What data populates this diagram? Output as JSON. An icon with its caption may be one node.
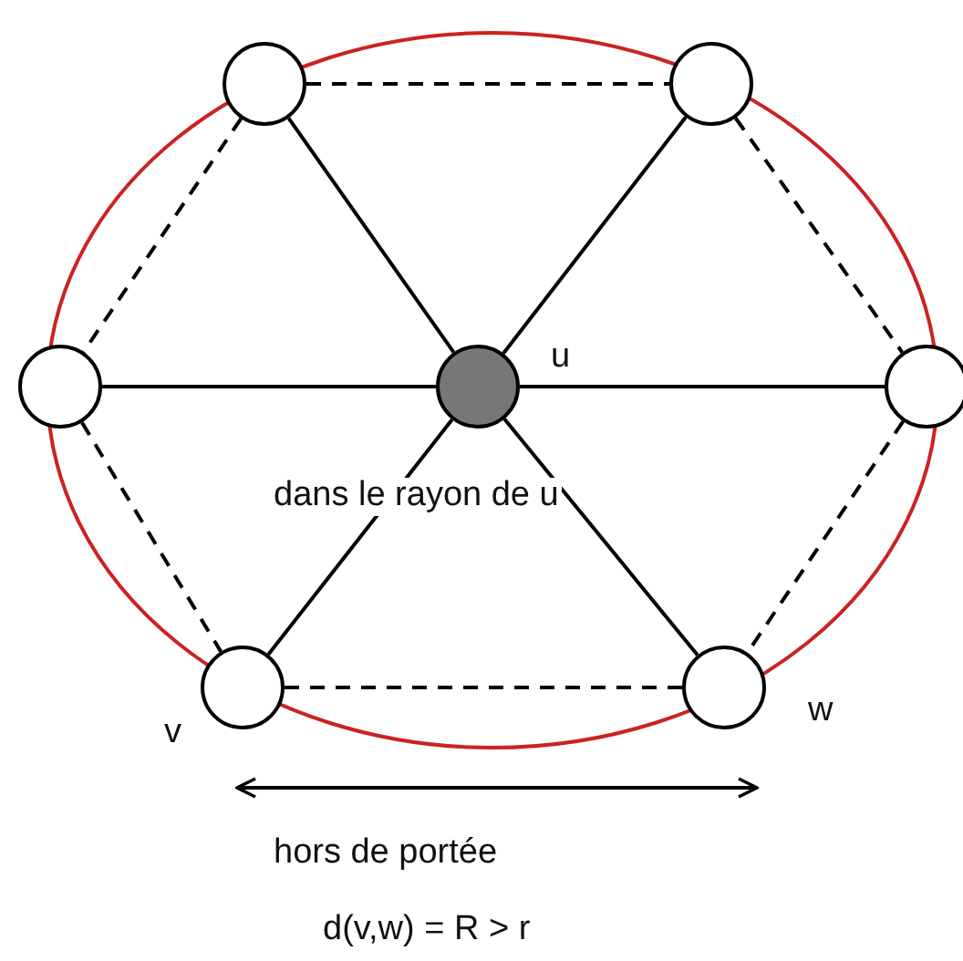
{
  "diagram": {
    "nodes": [
      {
        "text": [],
        "shape": "circle"
      },
      {
        "text": [],
        "shape": "circle"
      },
      {
        "text": [],
        "shape": "circle"
      },
      {
        "text": [],
        "shape": "circle",
        "beside": [
          "u"
        ]
      },
      {
        "text": [],
        "shape": "circle"
      },
      {
        "text": [],
        "shape": "circle",
        "beside": [
          "v"
        ]
      },
      {
        "text": [],
        "shape": "circle",
        "beside": [
          "w"
        ]
      }
    ],
    "edges": [
      {
        "from": 3,
        "to": 0,
        "arrow": "none"
      },
      {
        "from": 3,
        "to": 1,
        "arrow": "none"
      },
      {
        "from": 3,
        "to": 2,
        "arrow": "none"
      },
      {
        "from": 3,
        "to": 4,
        "arrow": "none"
      },
      {
        "from": 3,
        "to": 5,
        "arrow": "none"
      },
      {
        "from": 3,
        "to": 6,
        "arrow": "none"
      },
      {
        "from": 0,
        "to": 1,
        "arrow": "none",
        "style": "dashed"
      },
      {
        "from": 1,
        "to": 4,
        "arrow": "none",
        "style": "dashed"
      },
      {
        "from": 4,
        "to": 6,
        "arrow": "none",
        "style": "dashed"
      },
      {
        "from": 5,
        "to": 6,
        "arrow": "none",
        "style": "dashed"
      },
      {
        "from": 2,
        "to": 5,
        "arrow": "none",
        "style": "dashed"
      },
      {
        "from": 0,
        "to": 2,
        "arrow": "none",
        "style": "dashed"
      }
    ],
    "labels": [
      "dans le rayon de u",
      "hors de portée",
      "d(v,w) = R > r"
    ]
  }
}
